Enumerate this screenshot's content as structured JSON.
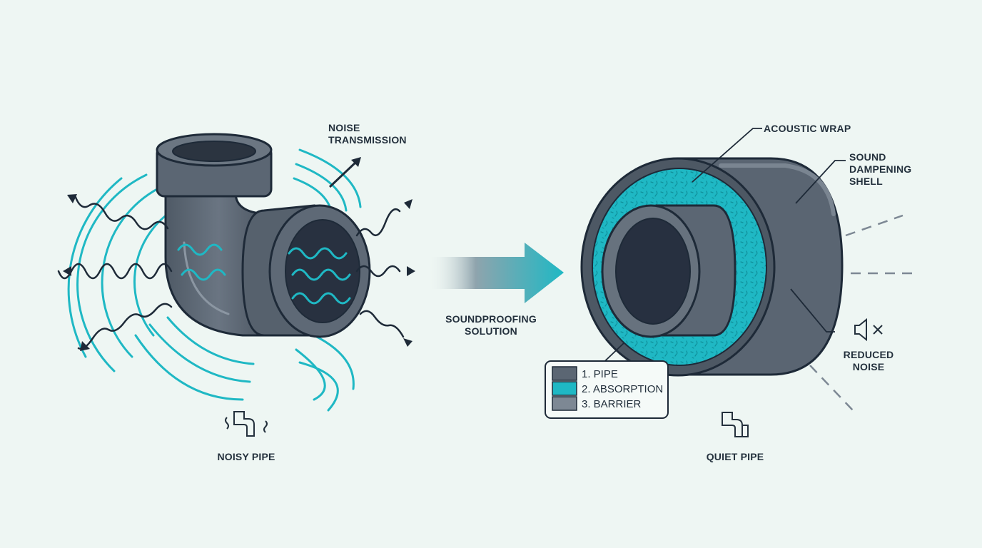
{
  "left": {
    "noise_label_line1": "NOISE",
    "noise_label_line2": "TRANSMISSION",
    "caption": "NOISY PIPE",
    "caption_icon": "noisy-pipe-icon"
  },
  "middle": {
    "label_line1": "SOUNDPROOFING",
    "label_line2": "SOLUTION"
  },
  "right": {
    "acoustic_wrap": "ACOUSTIC WRAP",
    "shell_line1": "SOUND",
    "shell_line2": "DAMPENING",
    "shell_line3": "SHELL",
    "reduced_line1": "REDUCED",
    "reduced_line2": "NOISE",
    "reduced_icon": "muted-speaker-icon",
    "caption": "QUIET PIPE",
    "caption_icon": "quiet-pipe-icon"
  },
  "legend": {
    "items": [
      {
        "label": "1. PIPE",
        "color": "#5b6673"
      },
      {
        "label": "2. ABSORPTION",
        "color": "#1fb8c4"
      },
      {
        "label": "3. BARRIER",
        "color": "#7d8894"
      }
    ]
  },
  "colors": {
    "background": "#eef6f3",
    "pipe": "#5b6673",
    "pipe_dark": "#3e4753",
    "outline": "#1e2a38",
    "teal": "#1fb8c4"
  }
}
